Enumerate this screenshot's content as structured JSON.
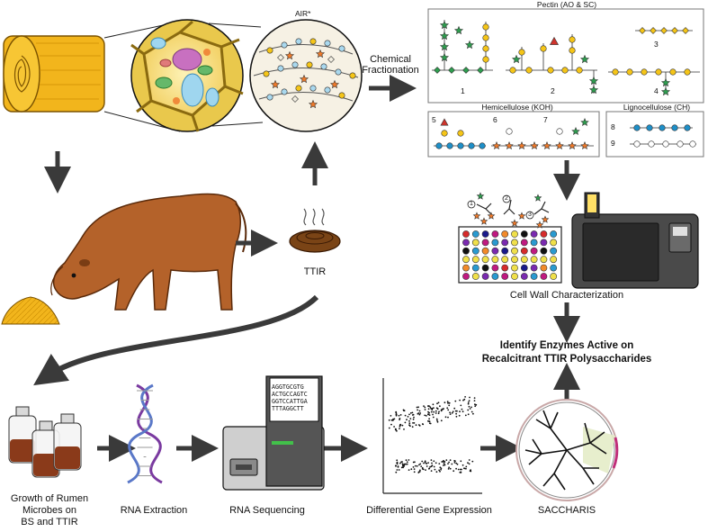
{
  "labels": {
    "air": "AIR*",
    "chemical_fractionation_line1": "Chemical",
    "chemical_fractionation_line2": "Fractionation",
    "ttir": "TTIR",
    "pectin_title": "Pectin (AO & SC)",
    "hemicellulose_title": "Hemicellulose (KOH)",
    "lignocellulose_title": "Lignocellulose (CH)",
    "cell_wall_characterization": "Cell Wall Characterization",
    "identify_line1": "Identify Enzymes Active on",
    "identify_line2": "Recalcitrant TTIR Polysaccharides",
    "growth_line1": "Growth of Rumen",
    "growth_line2": "Microbes on",
    "growth_line3": "BS and TTIR",
    "rna_extraction": "RNA Extraction",
    "rna_sequencing": "RNA Sequencing",
    "differential_gene_expression": "Differential Gene Expression",
    "saccharis": "SACCHARIS"
  },
  "structure_numbers": {
    "n1": "1",
    "n2": "2",
    "n3": "3",
    "n4": "4",
    "n5": "5",
    "n6": "6",
    "n7": "7",
    "n8": "8",
    "n9": "9"
  },
  "probe_numbers": {
    "p1": "1",
    "p2": "2",
    "p3": "3"
  },
  "dna_sequence": [
    "AGGTGCGTG",
    "ACTGCCAGTC",
    "GGTCCATTGA",
    "TTTAGGCTT"
  ],
  "colors": {
    "straw": "#f2b51c",
    "straw_dark": "#c98a00",
    "cow": "#b4622a",
    "cow_dark": "#7a3d14",
    "arrow": "#3a3a3a",
    "glucose": "#1e8fc8",
    "galactose": "#f5c518",
    "rhamnose": "#2e9e4f",
    "arabinose": "#f07a2a",
    "fucose": "#d0342c",
    "xylose": "#f3efe2"
  }
}
